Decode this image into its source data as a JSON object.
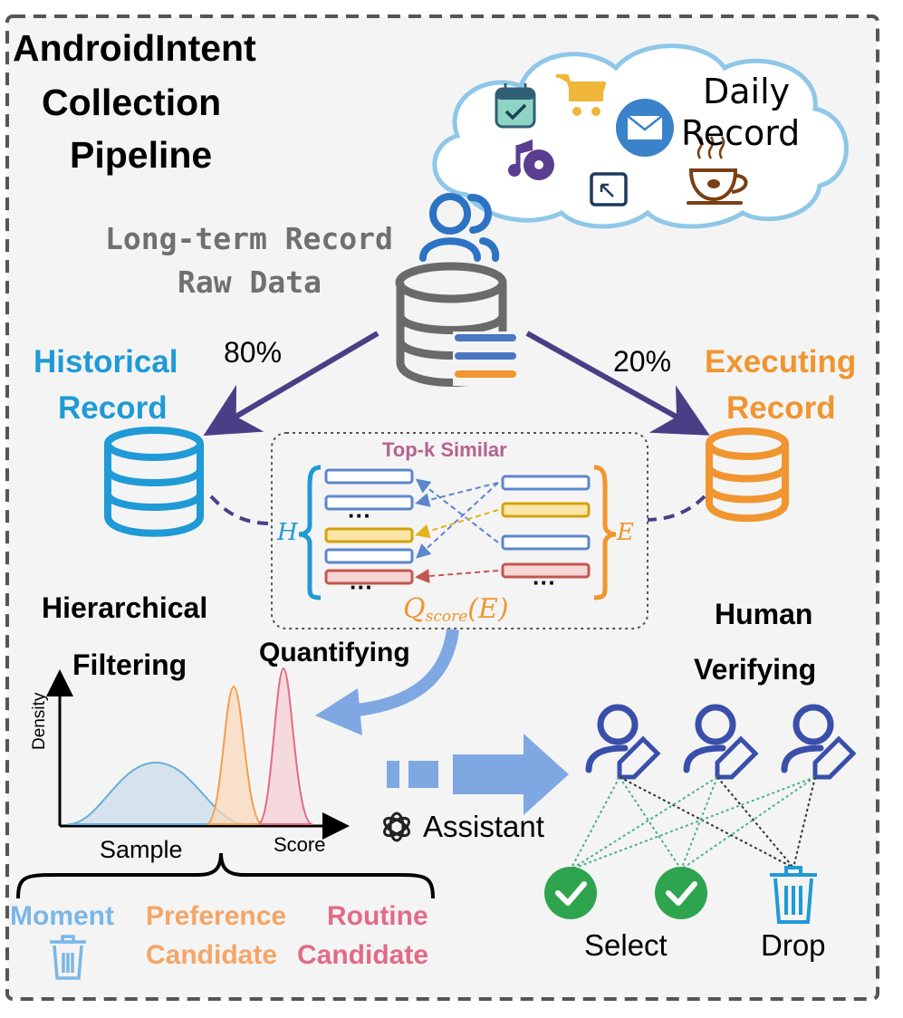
{
  "title": {
    "line1": "AndroidIntent",
    "line2": "Collection",
    "line3": "Pipeline"
  },
  "cloud": {
    "line1": "Daily",
    "line2": "Record"
  },
  "raw_data": {
    "line1": "Long-term Record",
    "line2": "Raw Data"
  },
  "split": {
    "historical_pct": "80%",
    "executing_pct": "20%"
  },
  "historical": {
    "line1": "Historical",
    "line2": "Record"
  },
  "executing": {
    "line1": "Executing",
    "line2": "Record"
  },
  "similarity": {
    "title": "Top-k Similar",
    "h_label": "H",
    "e_label": "E",
    "ellipsis": "···",
    "q_main": "Q",
    "q_sub": "score",
    "q_arg": "(E)"
  },
  "stages": {
    "hierarchical": "Hierarchical",
    "filtering": "Filtering",
    "quantifying": "Quantifying",
    "human": "Human",
    "verifying": "Verifying"
  },
  "plot": {
    "ylabel": "Density",
    "xlabel_sample": "Sample",
    "xlabel_score": "Score"
  },
  "assistant": "Assistant",
  "categories": {
    "moment": "Moment",
    "preference_1": "Preference",
    "preference_2": "Candidate",
    "routine_1": "Routine",
    "routine_2": "Candidate"
  },
  "verify": {
    "select": "Select",
    "drop": "Drop"
  },
  "colors": {
    "blue": "#1f9ad6",
    "orange": "#f0952f",
    "purple": "#4a3f86",
    "pink": "#e26b86",
    "light_blue": "#7fa8e3",
    "green": "#2fa44f",
    "gray_text": "#707070"
  }
}
